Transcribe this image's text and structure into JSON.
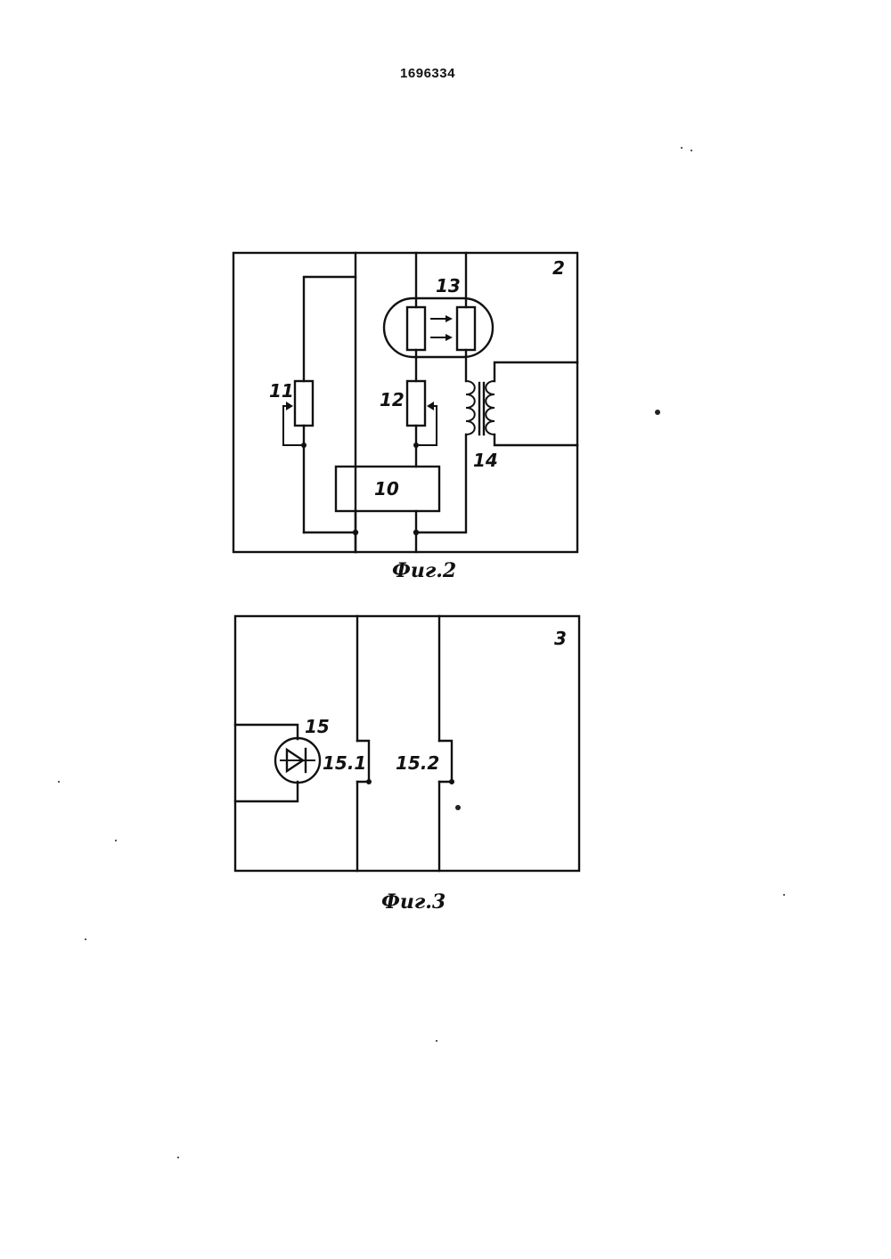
{
  "document": {
    "number": "1696334"
  },
  "figure2": {
    "block_number": "2",
    "caption": "Фиг.2",
    "labels": {
      "resistor_11": "11",
      "resistor_12": "12",
      "optocoupler_13": "13",
      "transformer_14": "14",
      "unit_10": "10"
    }
  },
  "figure3": {
    "block_number": "3",
    "caption": "Фиг.3",
    "labels": {
      "element_15": "15",
      "contact_15_1": "15.1",
      "contact_15_2": "15.2"
    }
  }
}
